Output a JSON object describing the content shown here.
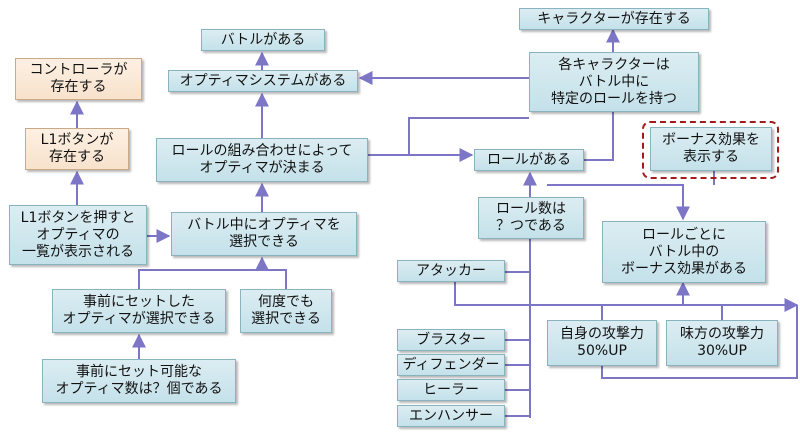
{
  "colors": {
    "connector": "#7d76c6",
    "node_fill": "#c9e3ec",
    "node_fill_peach": "#f9e6d3",
    "highlight_border": "#a31b1b"
  },
  "nodes": {
    "character_exists": {
      "lines": [
        "キャラクターが存在する"
      ]
    },
    "battle_exists": {
      "lines": [
        "バトルがある"
      ]
    },
    "controller_exists": {
      "lines": [
        "コントローラが",
        "存在する"
      ]
    },
    "optima_system": {
      "lines": [
        "オプティマシステムがある"
      ]
    },
    "each_character_role": {
      "lines": [
        "各キャラクターは",
        "バトル中に",
        "特定のロールを持つ"
      ]
    },
    "l1_exists": {
      "lines": [
        "L1ボタンが",
        "存在する"
      ]
    },
    "role_combination": {
      "lines": [
        "ロールの組み合わせによって",
        "オプティマが決まる"
      ]
    },
    "roles_exist": {
      "lines": [
        "ロールがある"
      ]
    },
    "show_bonus": {
      "lines": [
        "ボーナス効果を",
        "表示する"
      ]
    },
    "l1_press": {
      "lines": [
        "L1ボタンを押すと",
        "オプティマの",
        "一覧が表示される"
      ]
    },
    "select_in_battle": {
      "lines": [
        "バトル中にオプティマを",
        "選択できる"
      ]
    },
    "role_count": {
      "lines": [
        "ロール数は",
        "？つである"
      ]
    },
    "bonus_per_role": {
      "lines": [
        "ロールごとに",
        "バトル中の",
        "ボーナス効果がある"
      ]
    },
    "attacker": {
      "lines": [
        "アタッカー"
      ]
    },
    "preset_selectable": {
      "lines": [
        "事前にセットした",
        "オプティマが選択できる"
      ]
    },
    "any_times": {
      "lines": [
        "何度でも",
        "選択できる"
      ]
    },
    "preset_count": {
      "lines": [
        "事前にセット可能な",
        "オプティマ数は？個である"
      ]
    },
    "self_attack": {
      "lines": [
        "自身の攻撃力",
        "50%UP"
      ]
    },
    "ally_attack": {
      "lines": [
        "味方の攻撃力",
        "30%UP"
      ]
    },
    "blaster": {
      "lines": [
        "ブラスター"
      ]
    },
    "defender": {
      "lines": [
        "ディフェンダー"
      ]
    },
    "healer": {
      "lines": [
        "ヒーラー"
      ]
    },
    "enhancer": {
      "lines": [
        "エンハンサー"
      ]
    }
  }
}
